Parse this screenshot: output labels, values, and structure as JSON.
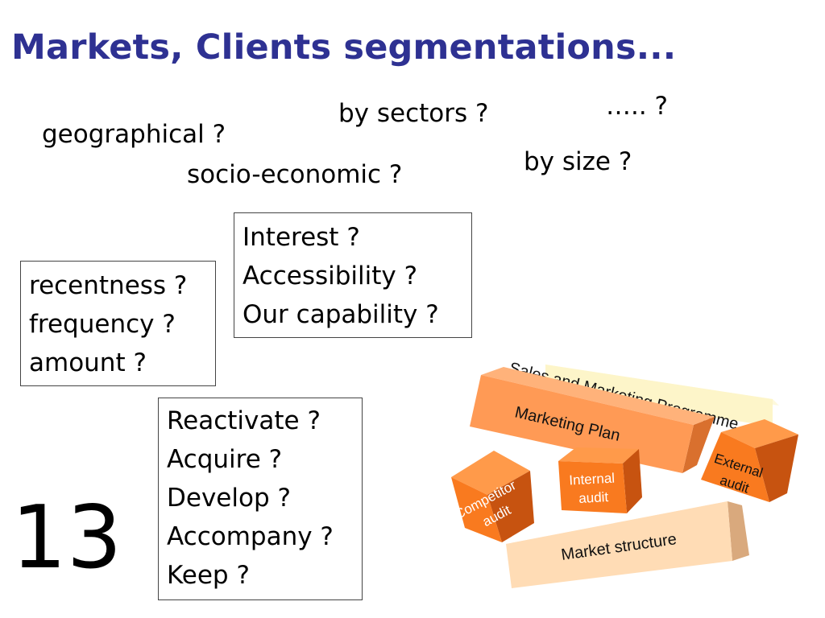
{
  "title": "Markets, Clients segmentations...",
  "criteria": {
    "geographical": "geographical ?",
    "by_sectors": "by sectors ?",
    "socio_economic": "socio-economic ?",
    "by_size": "by size  ?",
    "other": "….. ?"
  },
  "box_rfm": [
    "recentness ?",
    "frequency ?",
    "amount ?"
  ],
  "box_targeting": [
    "Interest ?",
    "Accessibility ?",
    "Our capability ?"
  ],
  "box_actions": [
    "Reactivate ?",
    "Acquire ?",
    "Develop ?",
    "Accompany ?",
    "Keep ?"
  ],
  "slide_number": "13",
  "diagram": {
    "sales_marketing_programme": "Sales and Marketing Programme",
    "marketing_plan": "Marketing Plan",
    "competitor_audit": [
      "Competitor",
      "audit"
    ],
    "internal_audit": [
      "Internal",
      "audit"
    ],
    "external_audit": [
      "External",
      "audit"
    ],
    "market_structure": "Market structure",
    "colors": {
      "orange_front": "#f97a1f",
      "orange_light": "#ff9a4a",
      "orange_dark": "#c75310",
      "peach_front": "#ffdcb5",
      "cream": "#fdf5c9",
      "salmon": "#ff9a55"
    }
  }
}
